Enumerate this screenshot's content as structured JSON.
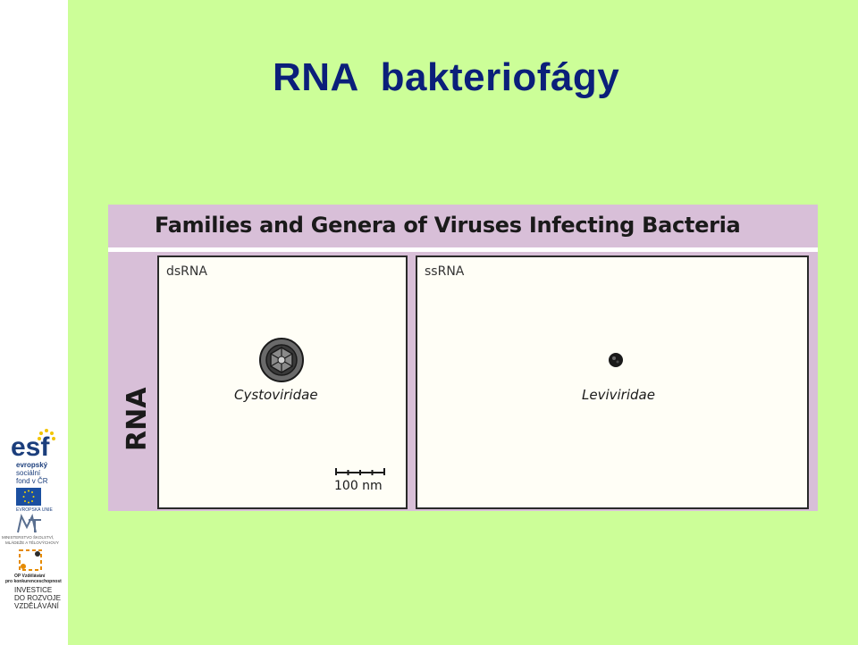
{
  "slide": {
    "title": "RNA  bakteriofágy",
    "background": "#ccfe98",
    "title_color": "#0b1f7a"
  },
  "figure": {
    "header": "Families and Genera of Viruses Infecting Bacteria",
    "side_label": "RNA",
    "panels": [
      {
        "label": "dsRNA",
        "virus": "Cystoviridae",
        "scale": "100 nm"
      },
      {
        "label": "ssRNA",
        "virus": "Leviviridae"
      }
    ]
  },
  "logos": {
    "esf_name": "esf",
    "esf_line1": "evropský",
    "esf_line2": "sociální",
    "esf_line3": "fond v ČR",
    "eu": "EVROPSKÁ UNIE",
    "msmt_line1": "MINISTERSTVO ŠKOLSTVÍ,",
    "msmt_line2": "MLÁDEŽE A TĚLOVÝCHOVY",
    "op_line1": "OP Vzdělávání",
    "op_line2": "pro konkurenceschopnost",
    "invest_line1": "INVESTICE",
    "invest_line2": "DO ROZVOJE",
    "invest_line3": "VZDĚLÁVÁNÍ"
  }
}
